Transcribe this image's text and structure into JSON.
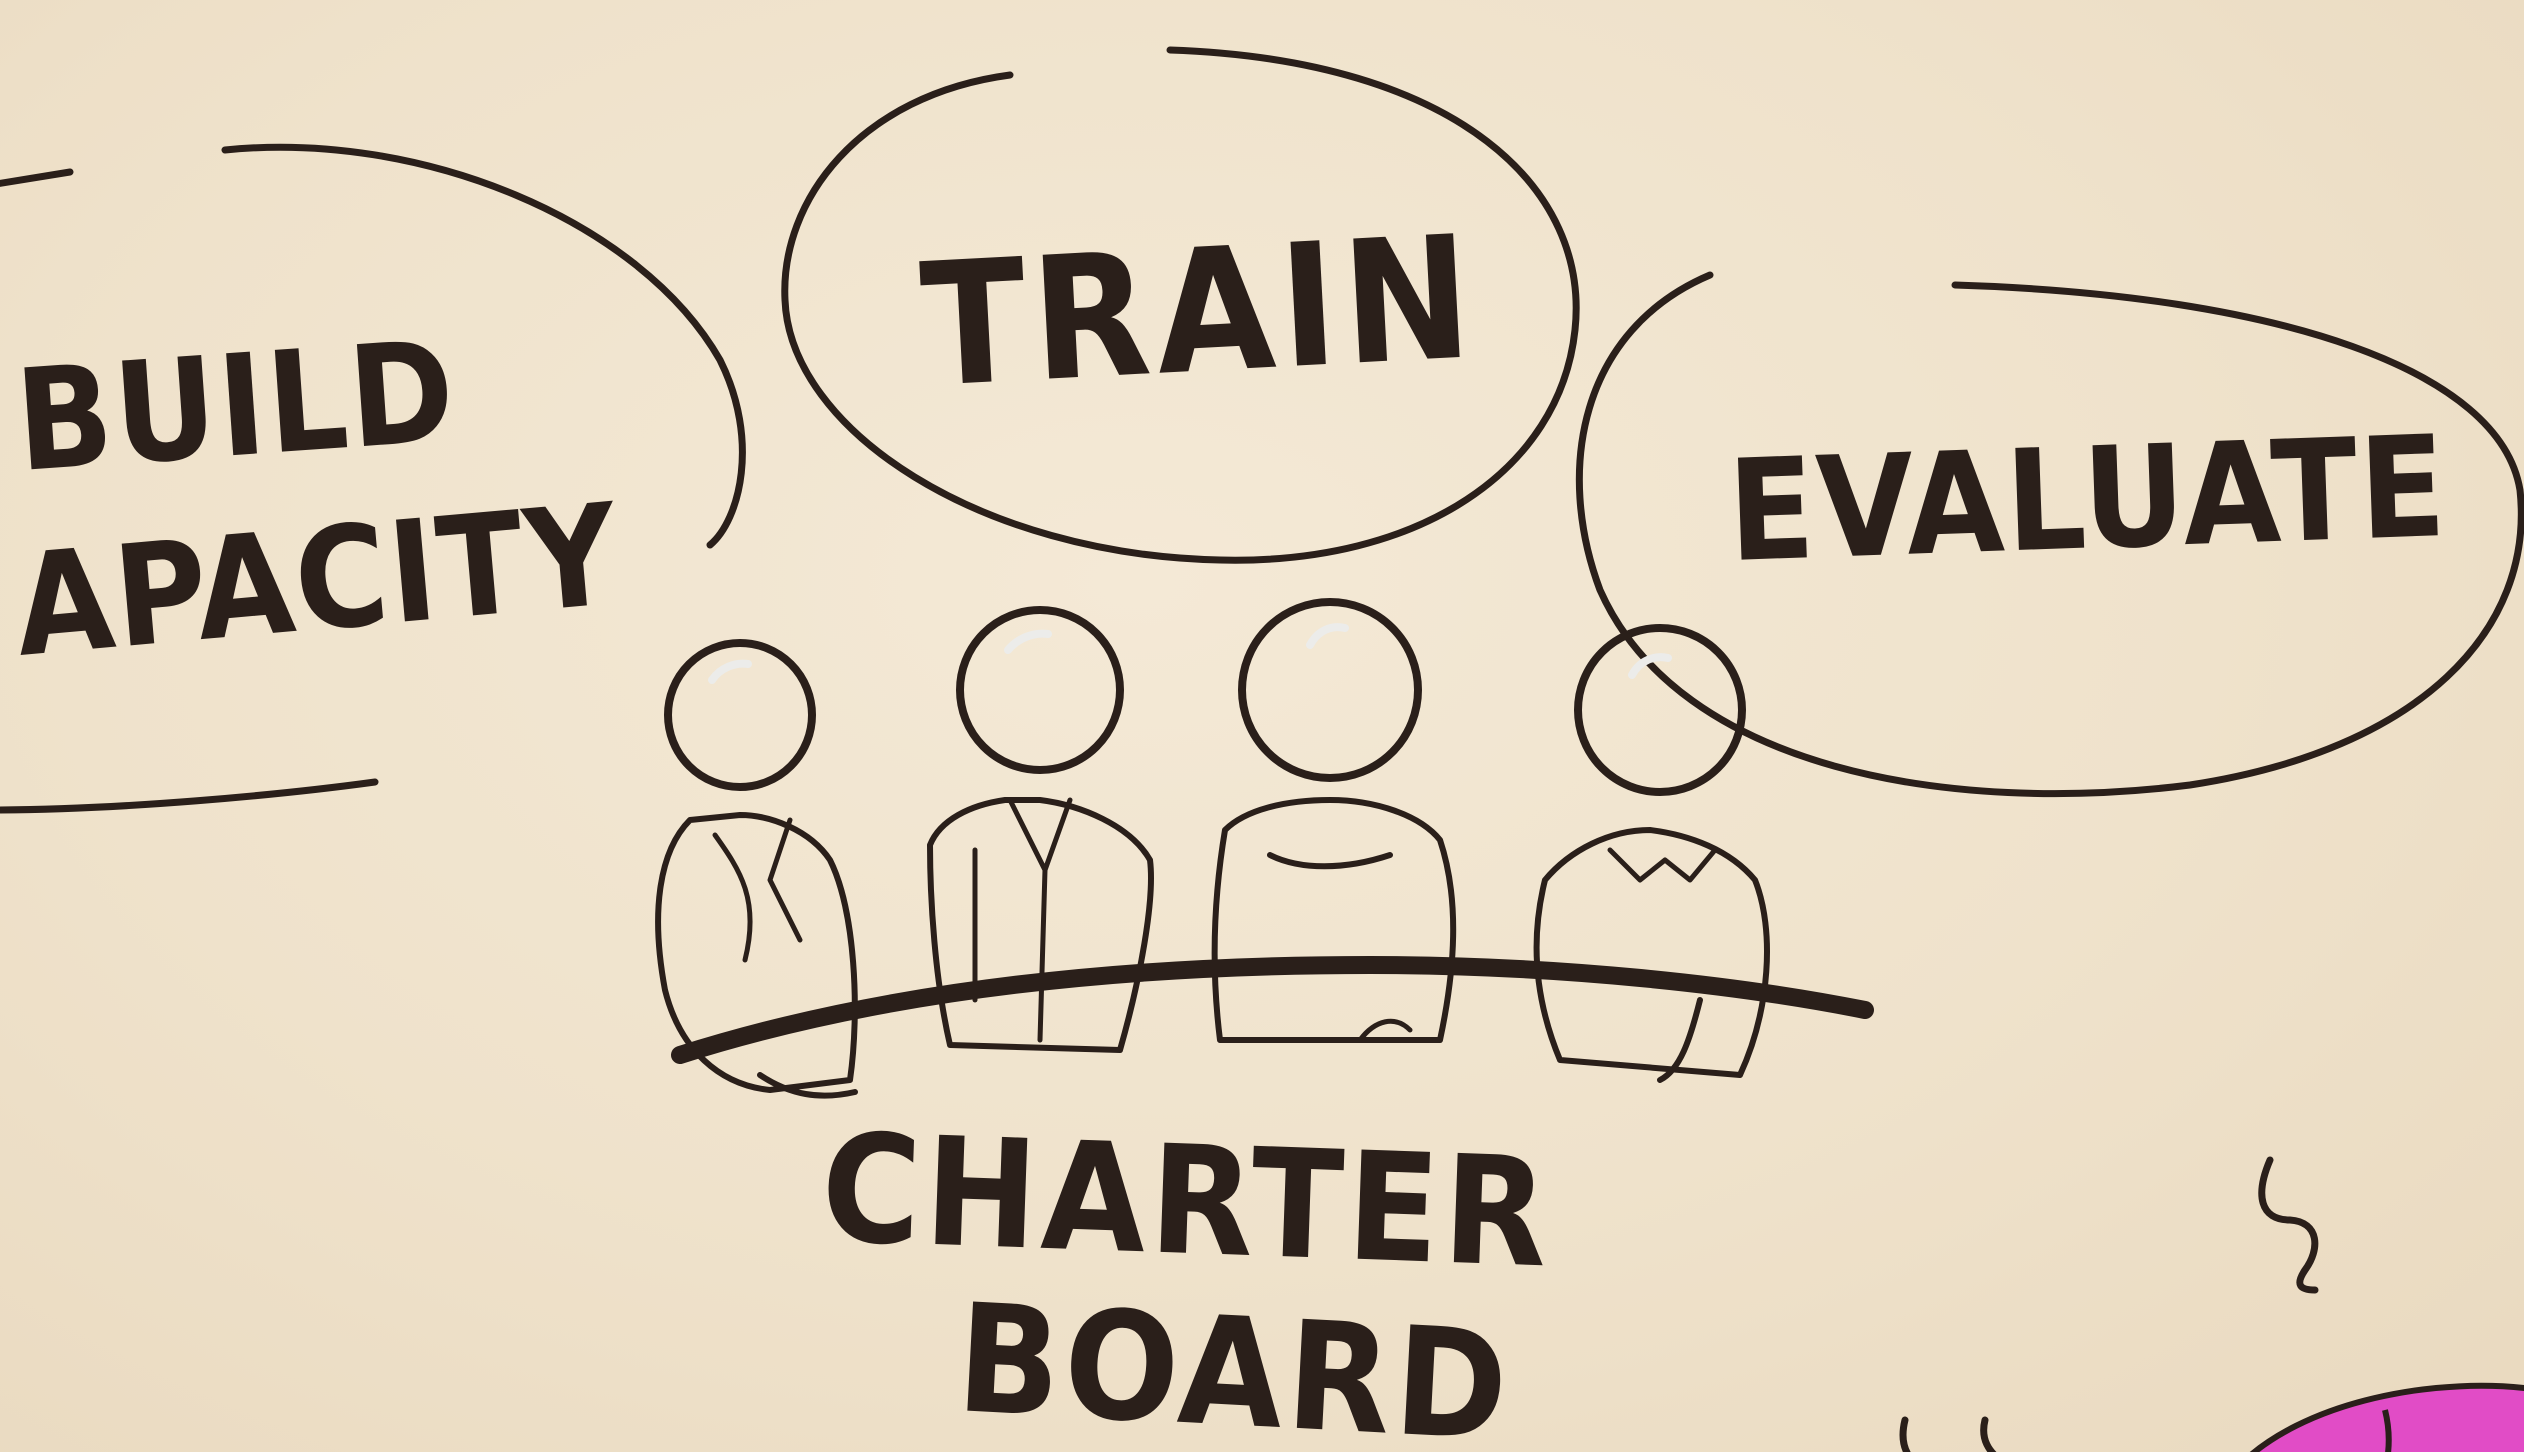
{
  "bubbles": {
    "build_capacity": [
      "BUILD",
      "APACITY"
    ],
    "train": "TRAIN",
    "evaluate": "EVALUATE"
  },
  "board_label": [
    "CHARTER",
    "BOARD"
  ],
  "colors": {
    "paper": "#efe3cf",
    "ink": "#2a1f1a",
    "marker_gray": "#8e8a87",
    "accent_pink": "#e14cc6"
  },
  "icons": [
    "person-icon",
    "board-table-icon",
    "scribble-icon"
  ]
}
